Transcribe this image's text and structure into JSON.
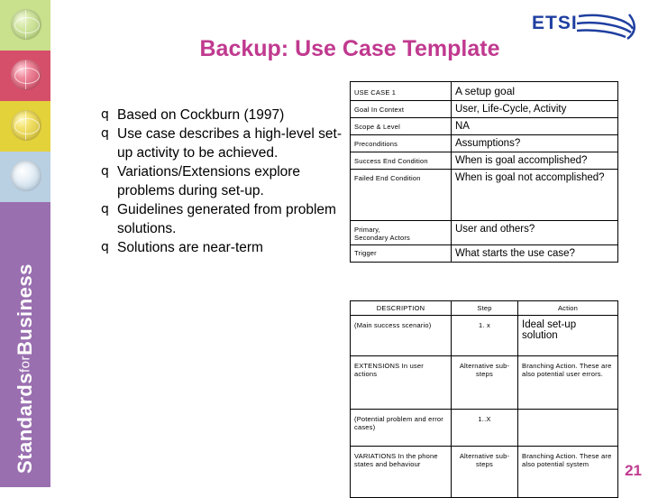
{
  "sidebar": {
    "caption_main": "Standards",
    "caption_small": "for",
    "caption_tail": "Business",
    "swatches": [
      "green-globe",
      "red-globe",
      "yellow-globe",
      "blue-globe"
    ]
  },
  "logo": {
    "text": "ETSI",
    "name": "etsi-logo"
  },
  "title": "Backup: Use Case Template",
  "bullets": [
    {
      "mark": "q",
      "text": "Based on Cockburn (1997)"
    },
    {
      "mark": "q",
      "text": "Use case describes a high-level set-up activity to be achieved."
    },
    {
      "mark": "q",
      "text": "Variations/Extensions explore problems during set-up."
    },
    {
      "mark": "q",
      "text": "Guidelines generated from problem solutions."
    },
    {
      "mark": "q",
      "text": "Solutions are near-term"
    }
  ],
  "table": {
    "rows": [
      {
        "label": "USE CASE 1",
        "value": "A setup goal",
        "value_style": "big"
      },
      {
        "label": "Goal In Context",
        "value": "User, Life-Cycle, Activity"
      },
      {
        "label": "Scope & Level",
        "value": "NA"
      },
      {
        "label": "Preconditions",
        "value": "Assumptions?"
      },
      {
        "label": "Success End Condition",
        "value": "When is goal accomplished?"
      },
      {
        "label": "Failed End Condition",
        "value": "When is goal not accomplished?"
      },
      {
        "label": "Primary,\n  Secondary Actors",
        "value": "User and others?"
      },
      {
        "label": "Trigger",
        "value": "What starts the use case?"
      }
    ],
    "sub_header": {
      "c1": "",
      "c2": "DESCRIPTION",
      "c3": "Step",
      "c4": "Action"
    },
    "sub_rows": [
      {
        "c1": "(Main success scenario)",
        "c2": "1. x",
        "c3": "Ideal set-up solution",
        "c3_style": "big"
      },
      {
        "c1": "EXTENSIONS In user actions",
        "c2": "Alternative sub-steps",
        "c3": "Branching Action. These are also potential user errors."
      },
      {
        "c1": "(Potential problem and error cases)",
        "c2": "1..X",
        "c3": ""
      },
      {
        "c1": "VARIATIONS In the phone states and behaviour",
        "c2": "Alternative sub-steps",
        "c3": "Branching Action. These are also potential system"
      }
    ]
  },
  "slide_number": "21"
}
